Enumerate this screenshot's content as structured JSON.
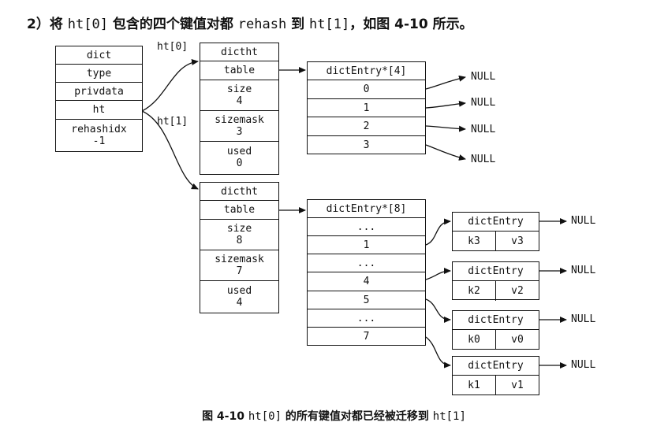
{
  "heading": {
    "prefix": "2）将 ",
    "code1": "ht[0]",
    "middle": " 包含的四个键值对都 ",
    "code2": "rehash",
    "middle2": " 到 ",
    "code3": "ht[1]",
    "suffix": "，如图 4-10 所示。"
  },
  "dict": {
    "cells": [
      "dict",
      "type",
      "privdata",
      "ht"
    ],
    "rehashidx_label": "rehashidx",
    "rehashidx_value": "-1"
  },
  "pointer_labels": {
    "ht0": "ht[0]",
    "ht1": "ht[1]"
  },
  "ht0": {
    "title": "dictht",
    "table": "table",
    "size_label": "size",
    "size_value": "4",
    "sizemask_label": "sizemask",
    "sizemask_value": "3",
    "used_label": "used",
    "used_value": "0"
  },
  "ht1": {
    "title": "dictht",
    "table": "table",
    "size_label": "size",
    "size_value": "8",
    "sizemask_label": "sizemask",
    "sizemask_value": "7",
    "used_label": "used",
    "used_value": "4"
  },
  "table0": {
    "title": "dictEntry*[4]",
    "cells": [
      "0",
      "1",
      "2",
      "3"
    ]
  },
  "table1": {
    "title": "dictEntry*[8]",
    "cells": [
      "...",
      "1",
      "...",
      "4",
      "5",
      "...",
      "7"
    ]
  },
  "null_text": "NULL",
  "entries": [
    {
      "title": "dictEntry",
      "key": "k3",
      "value": "v3"
    },
    {
      "title": "dictEntry",
      "key": "k2",
      "value": "v2"
    },
    {
      "title": "dictEntry",
      "key": "k0",
      "value": "v0"
    },
    {
      "title": "dictEntry",
      "key": "k1",
      "value": "v1"
    }
  ],
  "caption": {
    "fig": "图 4-10  ",
    "code1": "ht[0]",
    "middle": " 的所有键值对都已经被迁移到 ",
    "code2": "ht[1]"
  }
}
